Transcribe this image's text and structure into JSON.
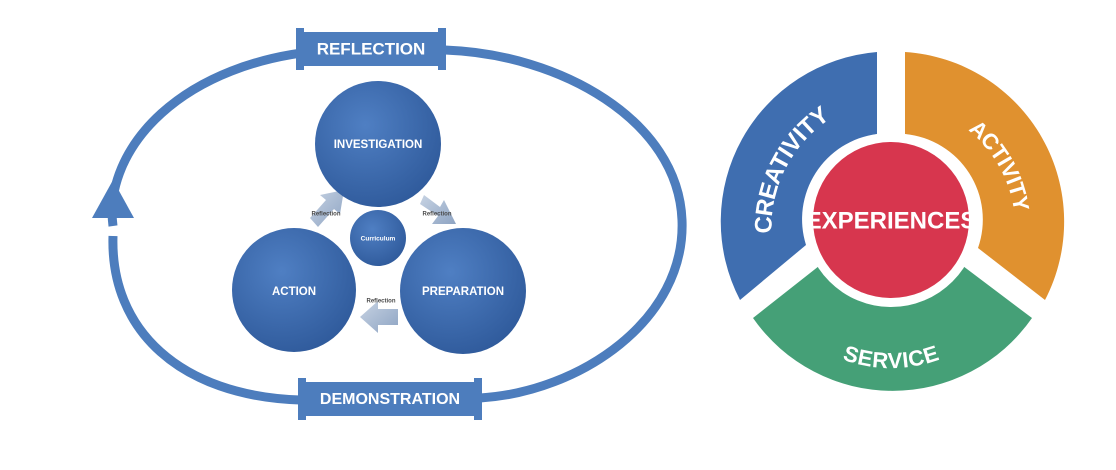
{
  "left_diagram": {
    "top_banner": "REFLECTION",
    "bottom_banner": "DEMONSTRATION",
    "circles": {
      "investigation": "INVESTIGATION",
      "action": "ACTION",
      "preparation": "PREPARATION",
      "curriculum": "Curriculum"
    },
    "arrow_labels": {
      "left": "Reflection",
      "right": "Reflection",
      "bottom": "Reflection"
    }
  },
  "right_diagram": {
    "center": "EXPERIENCES",
    "segments": {
      "creativity": "CREATIVITY",
      "activity": "ACTIVITY",
      "service": "SERVICE"
    },
    "colors": {
      "creativity": "#3f6eb0",
      "activity": "#e0912f",
      "service": "#45a077",
      "center": "#d7364e"
    }
  },
  "colors": {
    "primary_blue": "#4d7dbd",
    "circle_blue": "#3d6aad",
    "arrow_grey": "#a7b7ce"
  }
}
